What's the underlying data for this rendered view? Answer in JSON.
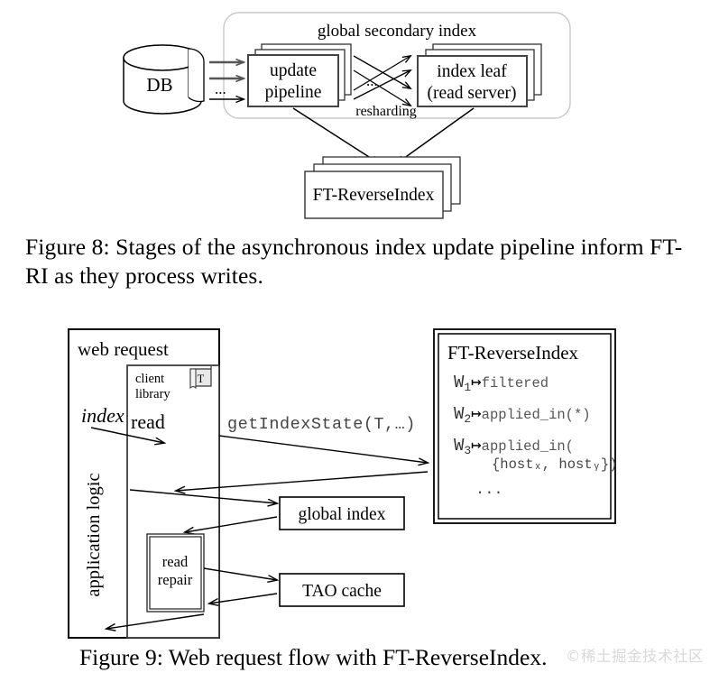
{
  "figure8": {
    "container_label": "global secondary index",
    "db_label": "DB",
    "db_ellipsis": "...",
    "update_pipeline_line1": "update",
    "update_pipeline_line2": "pipeline",
    "index_leaf_line1": "index leaf",
    "index_leaf_line2": "(read server)",
    "resharding_label": "resharding",
    "resharding_ellipsis": "...",
    "ft_reverse_index_label": "FT-ReverseIndex",
    "caption": "Figure 8: Stages of the asynchronous index update pipeline inform FT-RI as they process writes."
  },
  "figure9": {
    "web_request_label": "web request",
    "client_library_line1": "client",
    "client_library_line2": "library",
    "client_icon_letter": "T",
    "application_logic_label": "application logic",
    "index_label": "index",
    "read_label": "read",
    "rpc_call_label": "getIndexState(T,…)",
    "read_repair_line1": "read",
    "read_repair_line2": "repair",
    "global_index_label": "global index",
    "tao_cache_label": "TAO cache",
    "ft_reverse_index": {
      "title": "FT-ReverseIndex",
      "entries": [
        {
          "key": "W",
          "sub": "1",
          "arrow": "↦",
          "value": "filtered",
          "value2": ""
        },
        {
          "key": "W",
          "sub": "2",
          "arrow": "↦",
          "value": "applied_in(*)",
          "value2": ""
        },
        {
          "key": "W",
          "sub": "3",
          "arrow": "↦",
          "value": "applied_in(",
          "value2": "{hostₓ, hostᵧ})"
        }
      ],
      "ellipsis": "..."
    },
    "caption": "Figure 9: Web request flow with FT-ReverseIndex."
  },
  "watermark": {
    "text": "©稀土掘金技术社区"
  },
  "colors": {
    "stroke": "#000000",
    "container_stroke": "#c9c9c9",
    "gray_arrow": "#555555",
    "mono_text": "#444444",
    "watermark": "#d8d8d8"
  }
}
